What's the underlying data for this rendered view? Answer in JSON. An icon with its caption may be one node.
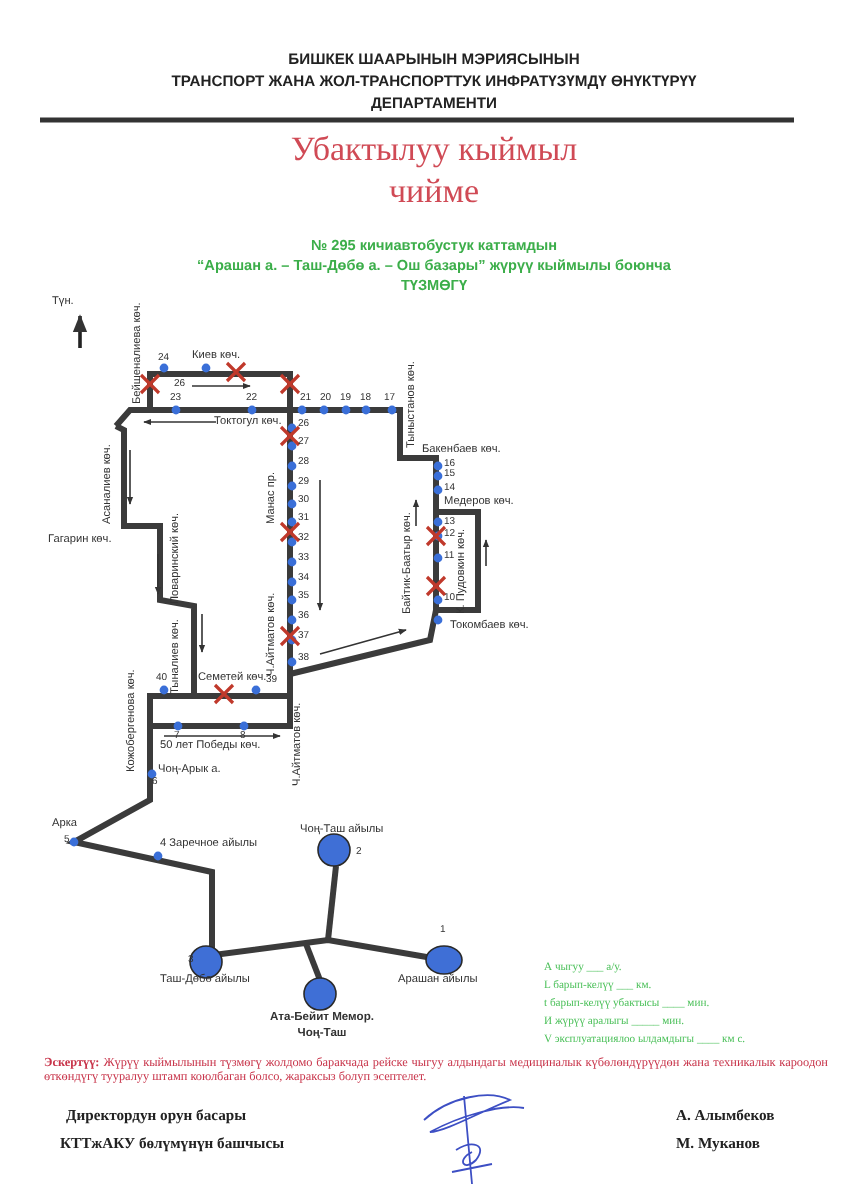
{
  "diagram": {
    "title": "Убактылуу кыймыл чийме",
    "labels": [
      "БИШКЕК ШААРЫНЫН  МЭРИЯСЫНЫН",
      "ТРАНСПОРТ ЖАНА ЖОЛ-ТРАНСПОРТТУК ИНФРАТҮЗҮМДҮ ӨНҮКТҮРҮҮ",
      "ДЕПАРТАМЕНТИ",
      "№ 295  кичиавтобустук каттамдын",
      "“Арашан а. – Таш-Дөбө а. – Ош базары” жүрүү кыймылы боюнча",
      "ТҮЗМӨГҮ",
      "Түн.",
      "Бейшеналиева көч.",
      "24",
      "Киев көч.",
      "26",
      "23",
      "22",
      "21",
      "20",
      "19",
      "18",
      "17",
      "Токтогул көч.",
      "Тыныстанов көч.",
      "26",
      "27",
      "28",
      "29",
      "30",
      "31",
      "32",
      "33",
      "34",
      "35",
      "36",
      "37",
      "38",
      "Манас пр.",
      "Асаналиев көч.",
      "Гагарин көч.",
      "Поваринский көч.",
      "Ч.Айтматов көч.",
      "Бакенбаев көч.",
      "16",
      "15",
      "14",
      "Медеров көч.",
      "13",
      "12",
      "11",
      "Байтик-Баатыр көч.",
      "К. Пудовкин көч.",
      "10",
      "Токомбаев көч.",
      "Тыналиев көч.",
      "40",
      "Семетей көч.",
      "39",
      "Кожобергенова көч.",
      "7",
      "8",
      "50 лет Победы көч.",
      "Ч.Айтматов көч.",
      "Чоң-Арык а.",
      "6",
      "Арка",
      "5",
      "4 Заречное айылы",
      "Чоң-Таш айылы",
      "2",
      "1",
      "3",
      "Таш-Дөбө айылы",
      "Арашан айылы",
      "Ата-Бейит Мемор. Чоң-Таш",
      "А чыгуу ___ а/у.",
      "L барып-келүү ___ км.",
      "t барып-келүү убактысы ____ мин.",
      "И жүрүү аралыгы _____ мин.",
      "V эксплуатациялоо ылдамдыгы ____ км с.",
      "**Эскертүү:** Жүрүү кыймылынын түзмөгү жолдомо баракчада рейске чыгуу алдындагы медициналык күбөлөндүрүүдөн жана техникалык кароодон өткөндүгү тууралуу штамп коюлбаган болсо, жараксыз болуп эсептелет.",
      "Директордун орун басары",
      "КТТжАКУ  бөлүмүнүн башчысы",
      "А. Алымбеков",
      "М. Муканов"
    ]
  }
}
